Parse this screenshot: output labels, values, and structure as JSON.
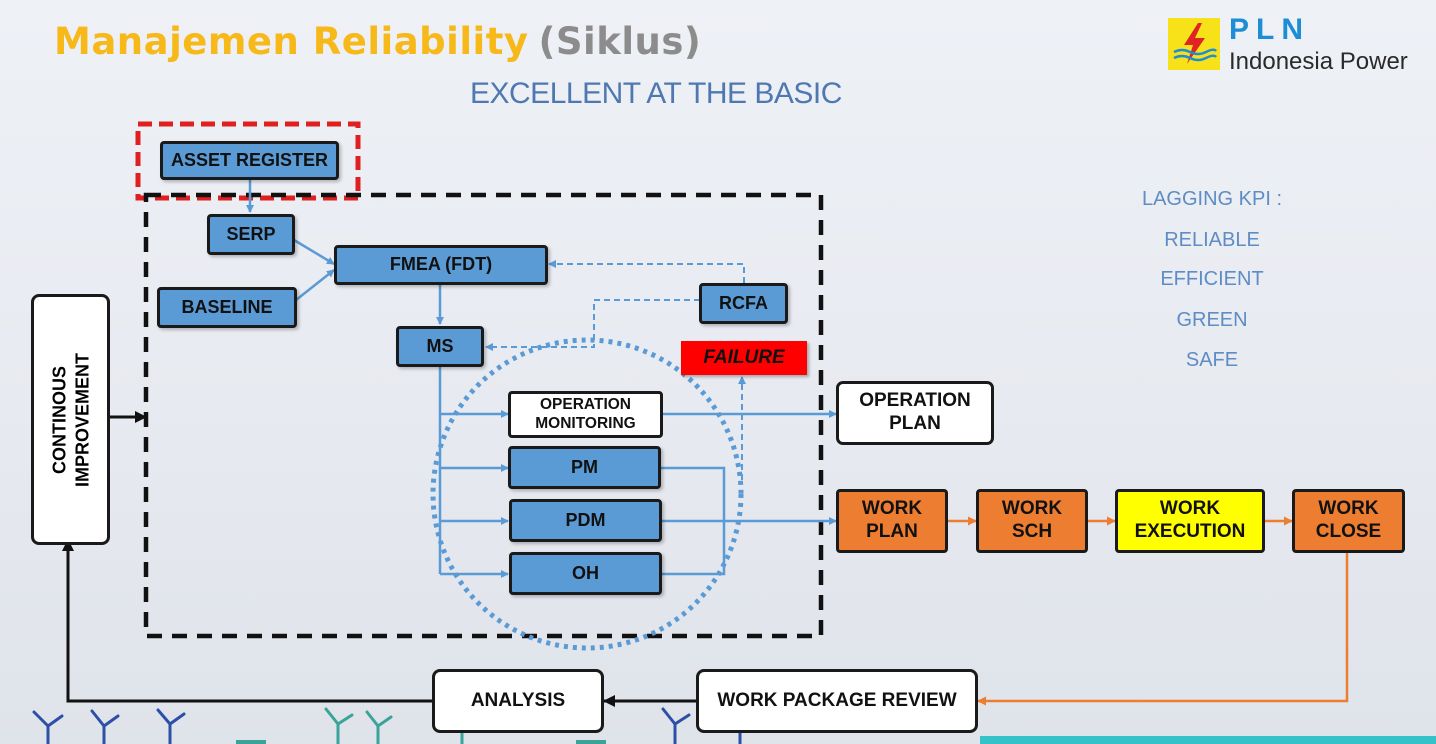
{
  "title": {
    "main": "Manajemen Reliability",
    "paren": "(Siklus)"
  },
  "subtitle": "EXCELLENT AT THE BASIC",
  "logo": {
    "name": "PLN",
    "sub": "Indonesia Power"
  },
  "colors": {
    "accent_title": "#f7b819",
    "process_blue": "#5b9bd5",
    "work_orange": "#ed7d31",
    "execution_yellow": "#ffff00",
    "failure_red": "#ff0000",
    "focus_border": "#e02020"
  },
  "boxes": {
    "asset_register": "ASSET REGISTER",
    "serp": "SERP",
    "baseline": "BASELINE",
    "fmea": "FMEA (FDT)",
    "ms": "MS",
    "rcfa": "RCFA",
    "failure": "FAILURE",
    "operation_monitoring": {
      "line1": "OPERATION",
      "line2": "MONITORING"
    },
    "pm": "PM",
    "pdm": "PDM",
    "oh": "OH",
    "operation_plan": {
      "line1": "OPERATION",
      "line2": "PLAN"
    },
    "work_plan": {
      "line1": "WORK",
      "line2": "PLAN"
    },
    "work_sch": {
      "line1": "WORK",
      "line2": "SCH"
    },
    "work_execution": {
      "line1": "WORK",
      "line2": "EXECUTION"
    },
    "work_close": {
      "line1": "WORK",
      "line2": "CLOSE"
    },
    "work_package_review": "WORK PACKAGE REVIEW",
    "analysis": "ANALYSIS",
    "continuous_improvement": {
      "line1": "CONTINOUS",
      "line2": "IMPROVEMENT"
    }
  },
  "kpi": {
    "title": "LAGGING KPI :",
    "items": [
      "RELIABLE",
      "EFFICIENT",
      "GREEN",
      "SAFE"
    ]
  }
}
